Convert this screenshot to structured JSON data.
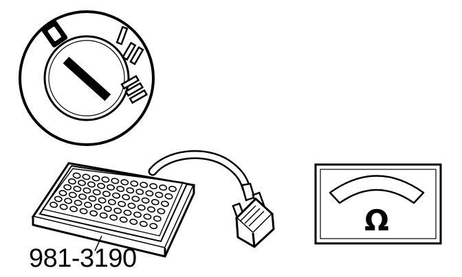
{
  "ignition_switch": {
    "positions": [
      "0",
      "I",
      "II",
      "III"
    ]
  },
  "tester": {
    "part_number": "981-3190"
  },
  "ohmmeter": {
    "symbol": "Ω"
  },
  "colors": {
    "ink": "#000000",
    "paper": "#ffffff"
  }
}
